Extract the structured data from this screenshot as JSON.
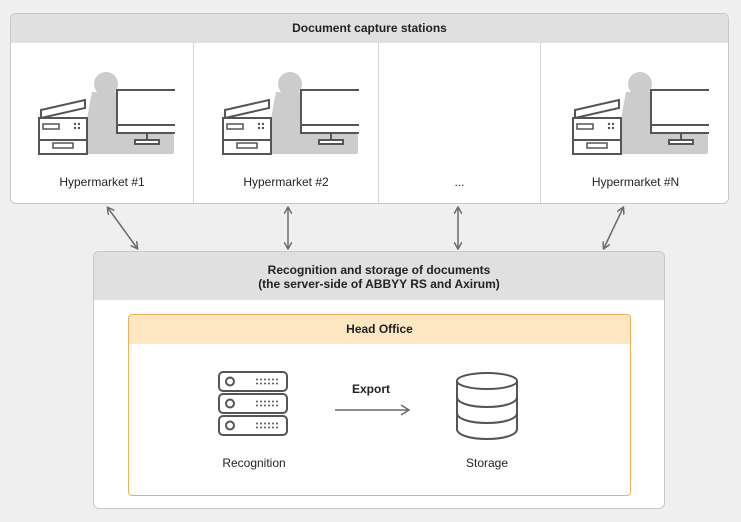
{
  "capture_panel": {
    "title": "Document capture stations",
    "stations": [
      {
        "label": "Hypermarket #1",
        "has_icon": true
      },
      {
        "label": "Hypermarket #2",
        "has_icon": true
      },
      {
        "label": "...",
        "has_icon": false
      },
      {
        "label": "Hypermarket #N",
        "has_icon": true
      }
    ]
  },
  "server_panel": {
    "title_line1": "Recognition and storage of documents",
    "title_line2": "(the server-side of ABBYY RS and Axirum)",
    "head_office": {
      "title": "Head Office",
      "recognition_label": "Recognition",
      "export_label": "Export",
      "storage_label": "Storage"
    }
  },
  "colors": {
    "header_gray": "#e0e0e0",
    "head_office_border": "#e8b15a",
    "head_office_header": "#fde6c2",
    "icon_stroke": "#555555",
    "silhouette": "#cccccc",
    "arrow": "#6b6b6b"
  }
}
